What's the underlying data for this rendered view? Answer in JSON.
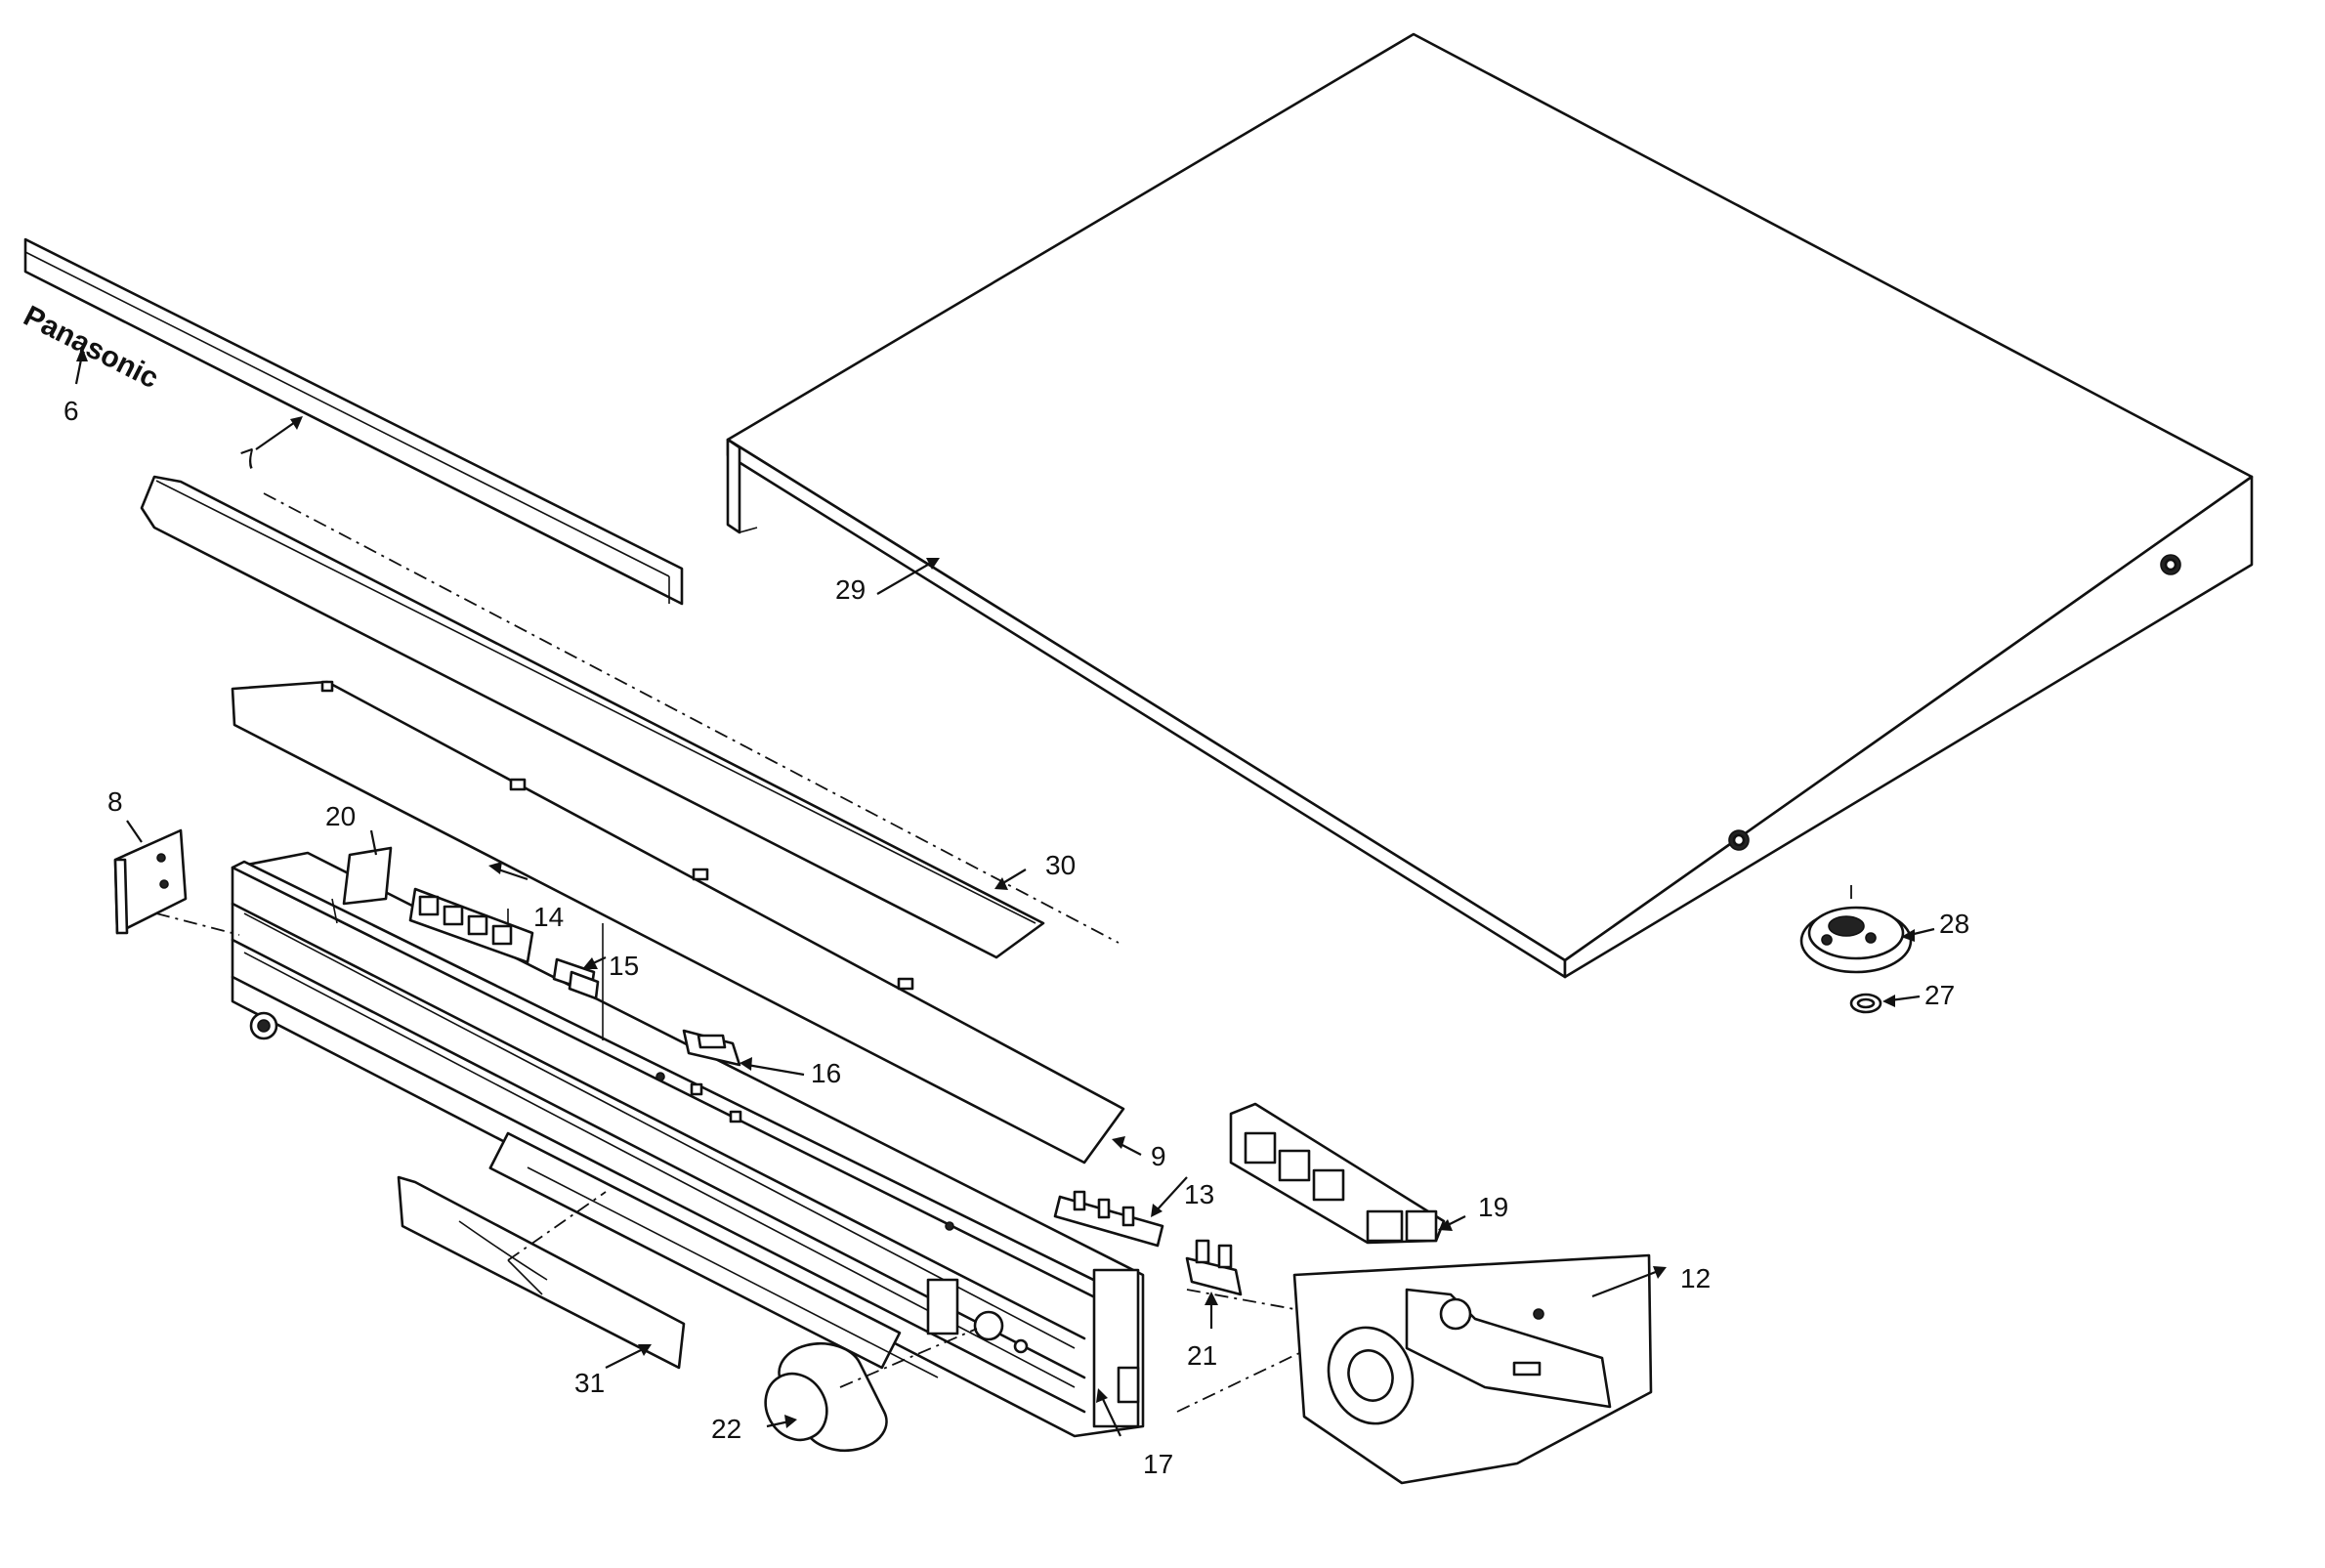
{
  "diagram": {
    "brand_text": "Panasonic",
    "callouts": {
      "c6": "6",
      "c7": "7",
      "c8": "8",
      "c9": "9",
      "c12": "12",
      "c13": "13",
      "c14": "14",
      "c15": "15",
      "c16": "16",
      "c17": "17",
      "c19": "19",
      "c20": "20",
      "c21": "21",
      "c22": "22",
      "c27": "27",
      "c28": "28",
      "c29": "29",
      "c30": "30",
      "c31": "31"
    }
  }
}
